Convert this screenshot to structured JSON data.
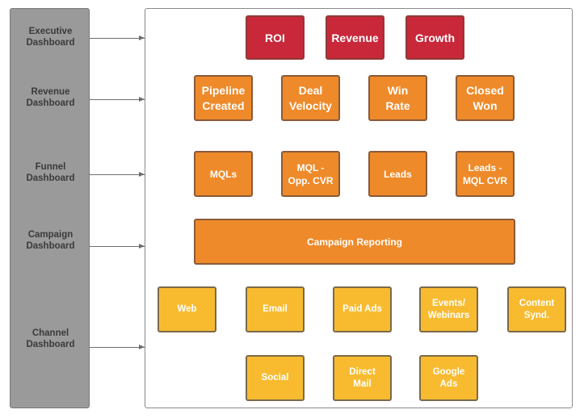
{
  "sidebar": {
    "dashboards": [
      {
        "label": "Executive\nDashboard"
      },
      {
        "label": "Revenue\nDashboard"
      },
      {
        "label": "Funnel\nDashboard"
      },
      {
        "label": "Campaign\nDashboard"
      },
      {
        "label": "Channel\nDashboard"
      }
    ]
  },
  "levels": {
    "executive": [
      "ROI",
      "Revenue",
      "Growth"
    ],
    "revenue": [
      "Pipeline\nCreated",
      "Deal\nVelocity",
      "Win\nRate",
      "Closed\nWon"
    ],
    "funnel": [
      "MQLs",
      "MQL -\nOpp. CVR",
      "Leads",
      "Leads -\nMQL CVR"
    ],
    "campaign": [
      "Campaign Reporting"
    ],
    "channel_row1": [
      "Web",
      "Email",
      "Paid Ads",
      "Events/\nWebinars",
      "Content\nSynd."
    ],
    "channel_row2": [
      "Social",
      "Direct\nMail",
      "Google\nAds"
    ]
  },
  "colors": {
    "executive": "#c8283a",
    "revenue_funnel_campaign": "#ee8a2a",
    "channel": "#f8bb30",
    "sidebar": "#9a9a9a"
  }
}
